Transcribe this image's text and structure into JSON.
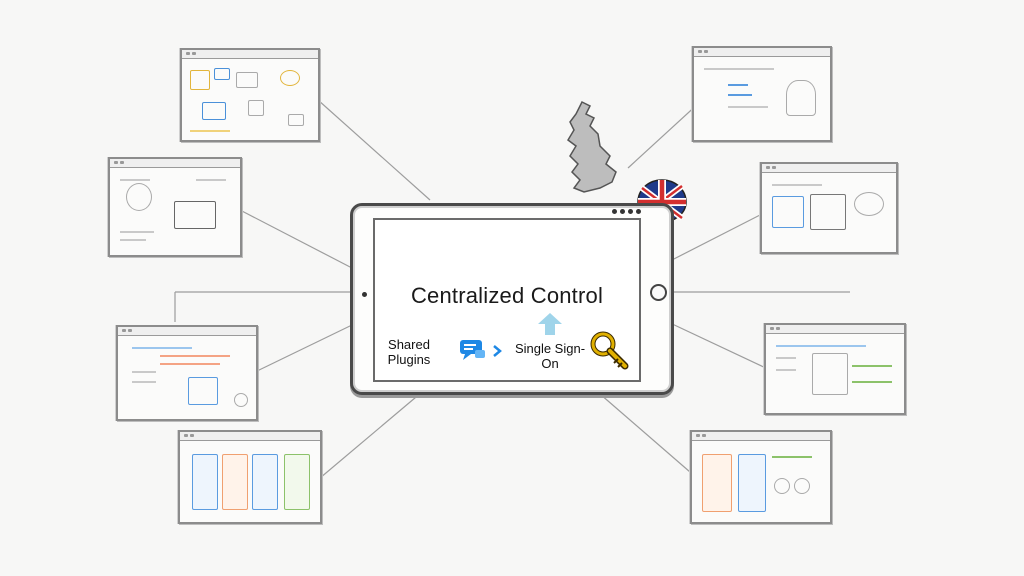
{
  "center": {
    "title": "Centralized Control",
    "shared_plugins": [
      "Shared",
      "Plugins"
    ],
    "single_sign_on": [
      "Single Sign-",
      "On"
    ]
  },
  "colors": {
    "plugin_icon": "#1e88e5",
    "arrow": "#9fd4ea",
    "key": "#e0b000",
    "flag_blue": "#1f3a8a",
    "flag_red": "#d32f2f"
  },
  "icons": [
    "chat-plugin-icon",
    "chevron-right-icon",
    "up-arrow-icon",
    "key-icon",
    "uk-map-icon",
    "uk-flag-badge-icon"
  ]
}
